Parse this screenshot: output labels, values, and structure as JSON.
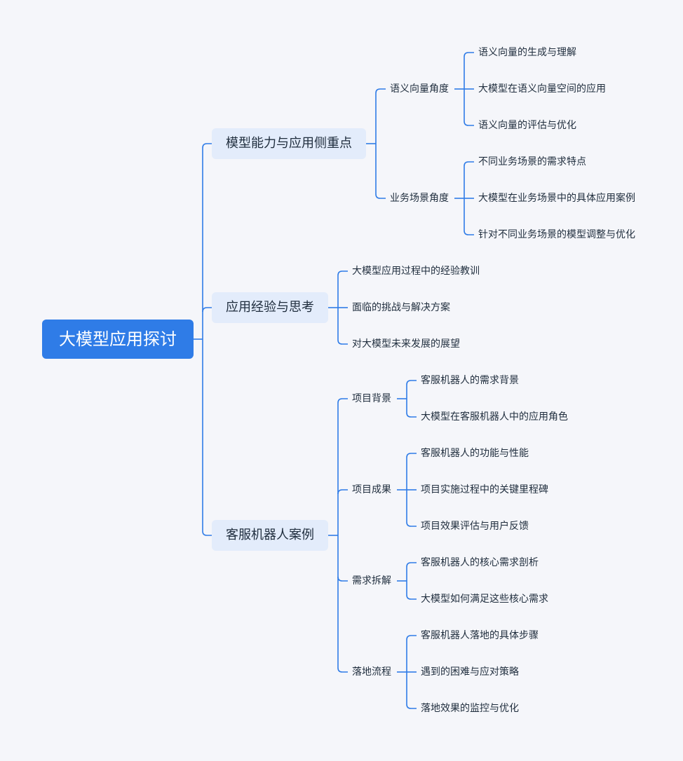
{
  "mindmap": {
    "root": "大模型应用探讨",
    "branches": [
      {
        "label": "模型能力与应用侧重点",
        "children": [
          {
            "label": "语义向量角度",
            "children": [
              "语义向量的生成与理解",
              "大模型在语义向量空间的应用",
              "语义向量的评估与优化"
            ]
          },
          {
            "label": "业务场景角度",
            "children": [
              "不同业务场景的需求特点",
              "大模型在业务场景中的具体应用案例",
              "针对不同业务场景的模型调整与优化"
            ]
          }
        ]
      },
      {
        "label": "应用经验与思考",
        "children": [
          "大模型应用过程中的经验教训",
          "面临的挑战与解决方案",
          "对大模型未来发展的展望"
        ]
      },
      {
        "label": "客服机器人案例",
        "children": [
          {
            "label": "项目背景",
            "children": [
              "客服机器人的需求背景",
              "大模型在客服机器人中的应用角色"
            ]
          },
          {
            "label": "项目成果",
            "children": [
              "客服机器人的功能与性能",
              "项目实施过程中的关键里程碑",
              "项目效果评估与用户反馈"
            ]
          },
          {
            "label": "需求拆解",
            "children": [
              "客服机器人的核心需求剖析",
              "大模型如何满足这些核心需求"
            ]
          },
          {
            "label": "落地流程",
            "children": [
              "客服机器人落地的具体步骤",
              "遇到的困难与应对策略",
              "落地效果的监控与优化"
            ]
          }
        ]
      }
    ]
  },
  "colors": {
    "line": "#2f7ce7",
    "root_bg": "#2f7ce7",
    "branch_bg": "#e3ecfb",
    "text": "#1f2d3d",
    "background": "#f5f6fa"
  }
}
